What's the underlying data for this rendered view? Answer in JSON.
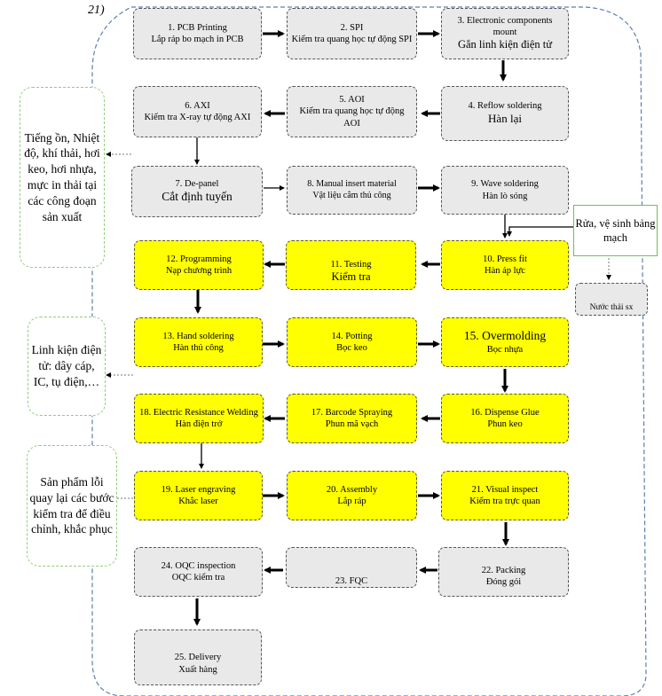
{
  "figure_label": "21)",
  "steps": [
    {
      "l1": "1. PCB Printing",
      "l2": "Lắp ráp bo mạch in PCB"
    },
    {
      "l1": "2. SPI",
      "l2": "Kiểm tra quang học tự động SPI"
    },
    {
      "l1": "3. Electronic components mount",
      "l2": "Gắn linh kiện điện tử"
    },
    {
      "l1": "4. Reflow soldering",
      "l2": "Hàn lại"
    },
    {
      "l1": "5. AOI",
      "l2": "Kiểm tra quang học tự động AOI"
    },
    {
      "l1": "6. AXI",
      "l2": "Kiểm tra X-ray tự động AXI"
    },
    {
      "l1": "7. De-panel",
      "l2": "Cắt định tuyến"
    },
    {
      "l1": "8. Manual insert material",
      "l2": "Vật liệu cắm thủ công"
    },
    {
      "l1": "9. Wave soldering",
      "l2": "Hàn lò sóng"
    },
    {
      "l1": "10. Press fit",
      "l2": "Hàn áp lực"
    },
    {
      "l1": "11. Testing",
      "l2": "Kiểm tra"
    },
    {
      "l1": "12. Programming",
      "l2": "Nạp chương trình"
    },
    {
      "l1": "13. Hand soldering",
      "l2": "Hàn thủ công"
    },
    {
      "l1": "14. Potting",
      "l2": "Bọc keo"
    },
    {
      "l1": "15. Overmolding",
      "l2": "Bọc nhựa"
    },
    {
      "l1": "16. Dispense Glue",
      "l2": "Phun keo"
    },
    {
      "l1": "17. Barcode Spraying",
      "l2": "Phun mã vạch"
    },
    {
      "l1": "18. Electric Resistance Welding",
      "l2": "Hàn điện trở"
    },
    {
      "l1": "19. Laser engraving",
      "l2": "Khắc laser"
    },
    {
      "l1": "20. Assembly",
      "l2": "Lắp ráp"
    },
    {
      "l1": "21. Visual inspect",
      "l2": "Kiểm tra trực quan"
    },
    {
      "l1": "22. Packing",
      "l2": "Đóng gói"
    },
    {
      "l1": "23. FQC",
      "l2": ""
    },
    {
      "l1": "24. OQC inspection",
      "l2": "OQC kiểm tra"
    },
    {
      "l1": "25. Delivery",
      "l2": "Xuất hàng"
    }
  ],
  "notes": {
    "emissions": "Tiếng ồn, Nhiệt độ, khí thải, hơi keo, hơi nhựa, mực in thải tại các công đoạn sản xuất",
    "components": "Linh kiện điện tử: dây cáp, IC, tụ điện,…",
    "defects": "Sản phẩm lỗi quay lại các bước kiểm tra để điều chỉnh, khắc phục"
  },
  "rinse_box": "Rửa, vệ sinh bảng mạch",
  "waste_box": "Nước thải sx",
  "colors": {
    "gray": "#e9e9e9",
    "yellow": "#ffff00",
    "note_border": "#8fcf7a",
    "frame": "#5b7fb0"
  }
}
